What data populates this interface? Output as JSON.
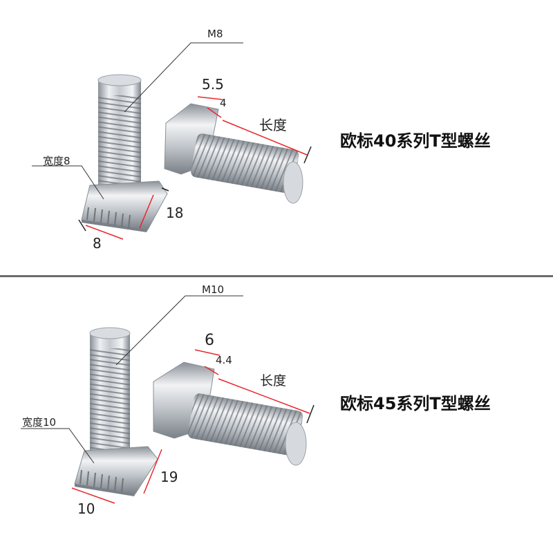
{
  "panels": [
    {
      "title": "欧标40系列T型螺丝",
      "thread_label": "M8",
      "width_label": "宽度8",
      "dim_a": "5.5",
      "dim_b": "4",
      "length_label": "长度",
      "height": "18",
      "width": "8"
    },
    {
      "title": "欧标45系列T型螺丝",
      "thread_label": "M10",
      "width_label": "宽度10",
      "dim_a": "6",
      "dim_b": "4.4",
      "length_label": "长度",
      "height": "19",
      "width": "10"
    }
  ],
  "colors": {
    "dimension_line": "#e8262a",
    "leader_line": "#333333",
    "divider": "#6b6b6b",
    "metal_light": "#eceef0",
    "metal_dark": "#7d848b"
  }
}
